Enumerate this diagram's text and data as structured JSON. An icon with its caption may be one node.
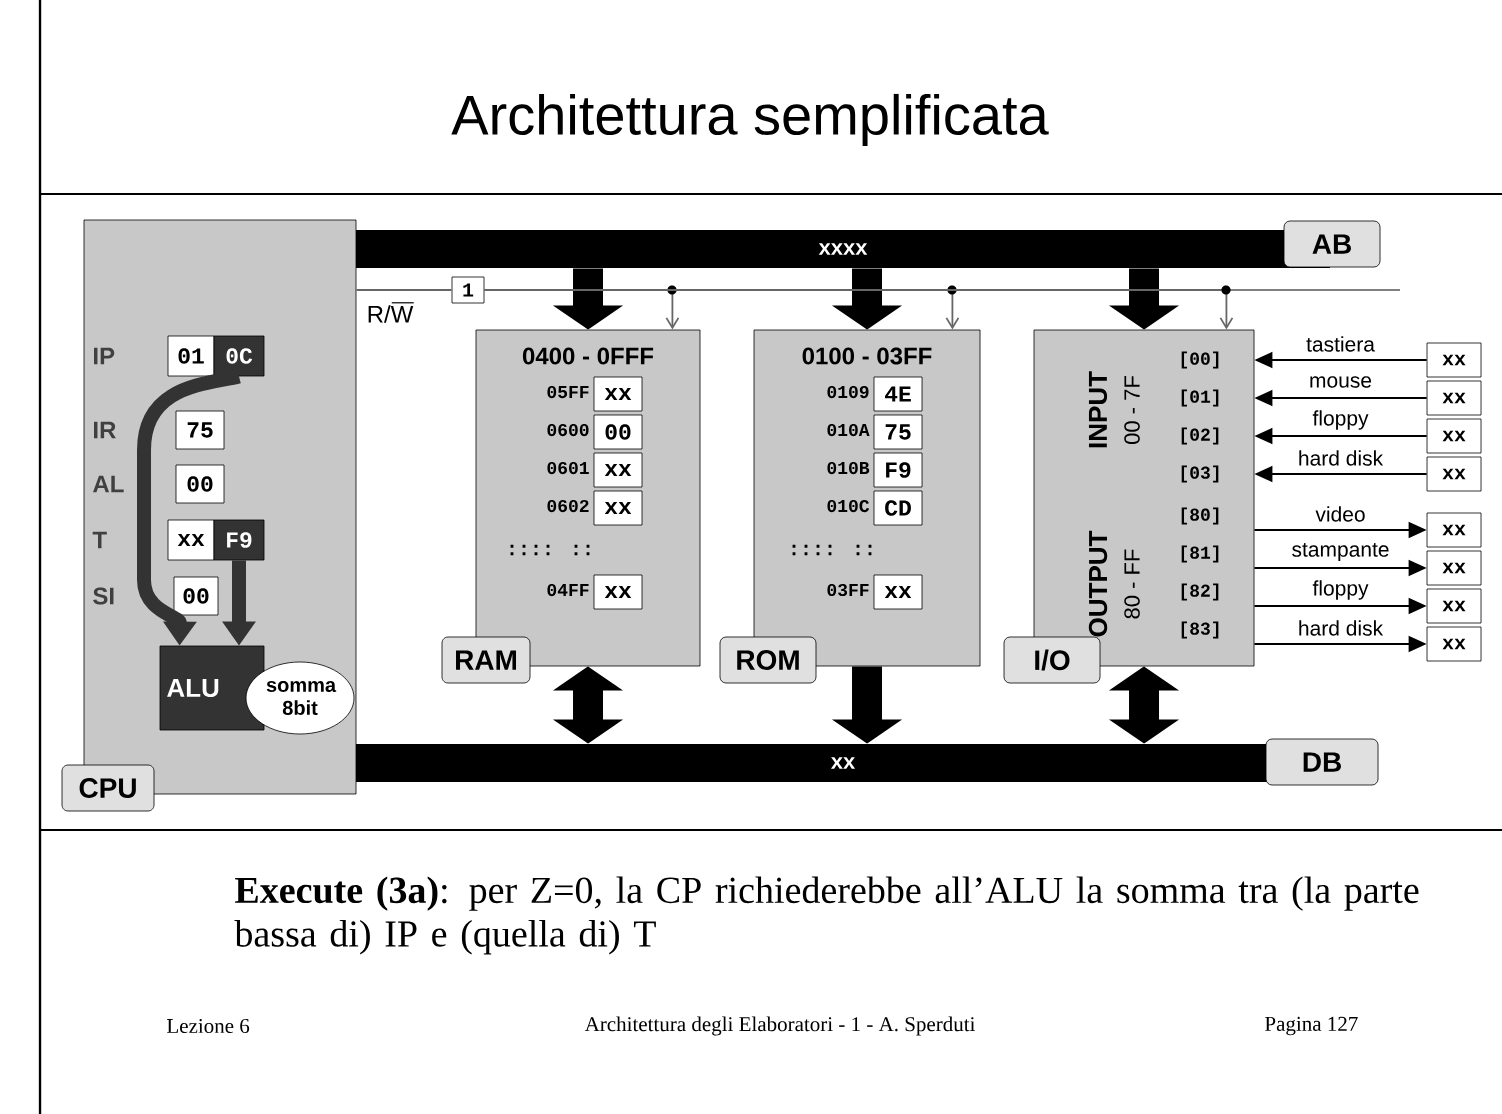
{
  "diagram": {
    "title": "Architettura semplificata",
    "caption": "**Execute (3a)**: per Z=0, la CP richiederebbe all’ALU la somma tra (la parte bassa di) IP e (quella di) T",
    "nodes": [
      {
        "text": [
          "CPU"
        ]
      },
      {
        "text": [
          "01"
        ],
        "beside": [
          "IP"
        ],
        "in": 0
      },
      {
        "text": [
          "0C"
        ],
        "in": 0
      },
      {
        "text": [
          "75"
        ],
        "beside": [
          "IR"
        ],
        "in": 0
      },
      {
        "text": [
          "00"
        ],
        "beside": [
          "AL"
        ],
        "in": 0
      },
      {
        "text": [
          "xx"
        ],
        "beside": [
          "T"
        ],
        "in": 0
      },
      {
        "text": [
          "F9"
        ],
        "in": 0
      },
      {
        "text": [
          "00"
        ],
        "beside": [
          "SI"
        ],
        "in": 0
      },
      {
        "text": [
          "ALU"
        ],
        "in": 0
      },
      {
        "text": [
          "somma 8bit"
        ],
        "in": 0
      },
      {
        "text": [
          "0400 - 0FFF",
          "RAM"
        ]
      },
      {
        "text": [
          "xx"
        ],
        "beside": [
          "05FF"
        ],
        "in": 10
      },
      {
        "text": [
          "00"
        ],
        "beside": [
          "0600"
        ],
        "in": 10
      },
      {
        "text": [
          "xx"
        ],
        "beside": [
          "0601"
        ],
        "in": 10
      },
      {
        "text": [
          "xx"
        ],
        "beside": [
          "0602"
        ],
        "in": 10
      },
      {
        "text": [
          "xx"
        ],
        "beside": [
          "04FF"
        ],
        "in": 10
      },
      {
        "text": [
          "0100 - 03FF",
          "ROM"
        ]
      },
      {
        "text": [
          "4E"
        ],
        "beside": [
          "0109"
        ],
        "in": 16
      },
      {
        "text": [
          "75"
        ],
        "beside": [
          "010A"
        ],
        "in": 16
      },
      {
        "text": [
          "F9"
        ],
        "beside": [
          "010B"
        ],
        "in": 16
      },
      {
        "text": [
          "CD"
        ],
        "beside": [
          "010C"
        ],
        "in": 16
      },
      {
        "text": [
          "xx"
        ],
        "beside": [
          "03FF"
        ],
        "in": 16
      },
      {
        "text": [
          "INPUT",
          "00 - 7F",
          "OUTPUT",
          "80 - FF",
          "I/O"
        ]
      },
      {
        "text": [
          "xx"
        ]
      },
      {
        "text": [
          "xx"
        ]
      },
      {
        "text": [
          "xx"
        ]
      },
      {
        "text": [
          "xx"
        ]
      },
      {
        "text": [
          "xx"
        ]
      },
      {
        "text": [
          "xx"
        ]
      },
      {
        "text": [
          "xx"
        ]
      },
      {
        "text": [
          "xx"
        ]
      },
      {
        "text": [
          "xxxx",
          "AB"
        ]
      },
      {
        "text": [
          "xx",
          "DB"
        ]
      },
      {
        "text": [
          "1"
        ]
      }
    ],
    "edges": [
      {
        "from": 31,
        "to": 10,
        "arrow": "to",
        "style": "thick"
      },
      {
        "from": 31,
        "to": 16,
        "arrow": "to",
        "style": "thick"
      },
      {
        "from": 31,
        "to": 22,
        "arrow": "to",
        "style": "thick"
      },
      {
        "from": 10,
        "to": 32,
        "arrow": "both",
        "style": "thick"
      },
      {
        "from": 16,
        "to": 32,
        "arrow": "to",
        "style": "thick"
      },
      {
        "from": 22,
        "to": 32,
        "arrow": "both",
        "style": "thick"
      },
      {
        "from": 33,
        "to": 10,
        "arrow": "to",
        "color": "#666666"
      },
      {
        "from": 33,
        "to": 16,
        "arrow": "to",
        "color": "#666666"
      },
      {
        "from": 33,
        "to": 22,
        "arrow": "to",
        "color": "#666666"
      },
      {
        "from": 2,
        "to": 8,
        "arrow": "to",
        "style": "thick"
      },
      {
        "from": 6,
        "to": 8,
        "arrow": "to",
        "style": "thick"
      },
      {
        "from": 23,
        "to": 22,
        "arrow": "to",
        "label": "tastiera"
      },
      {
        "from": 24,
        "to": 22,
        "arrow": "to",
        "label": "mouse"
      },
      {
        "from": 25,
        "to": 22,
        "arrow": "to",
        "label": "floppy"
      },
      {
        "from": 26,
        "to": 22,
        "arrow": "to",
        "label": "hard disk"
      },
      {
        "from": 22,
        "to": 27,
        "arrow": "to",
        "label": "video"
      },
      {
        "from": 22,
        "to": 28,
        "arrow": "to",
        "label": "stampante"
      },
      {
        "from": 22,
        "to": 29,
        "arrow": "to",
        "label": "floppy"
      },
      {
        "from": 22,
        "to": 30,
        "arrow": "to",
        "label": "hard disk"
      },
      {
        "from": 0,
        "to": 33,
        "arrow": "none",
        "color": "#666666"
      }
    ],
    "labels": [
      "R/W",
      ":::: ::",
      ":::: ::",
      "[00]",
      "[01]",
      "[02]",
      "[03]",
      "[80]",
      "[81]",
      "[82]",
      "[83]",
      "Lezione 6",
      "Architettura degli Elaboratori - 1 - A. Sperduti",
      "Pagina 127"
    ]
  }
}
